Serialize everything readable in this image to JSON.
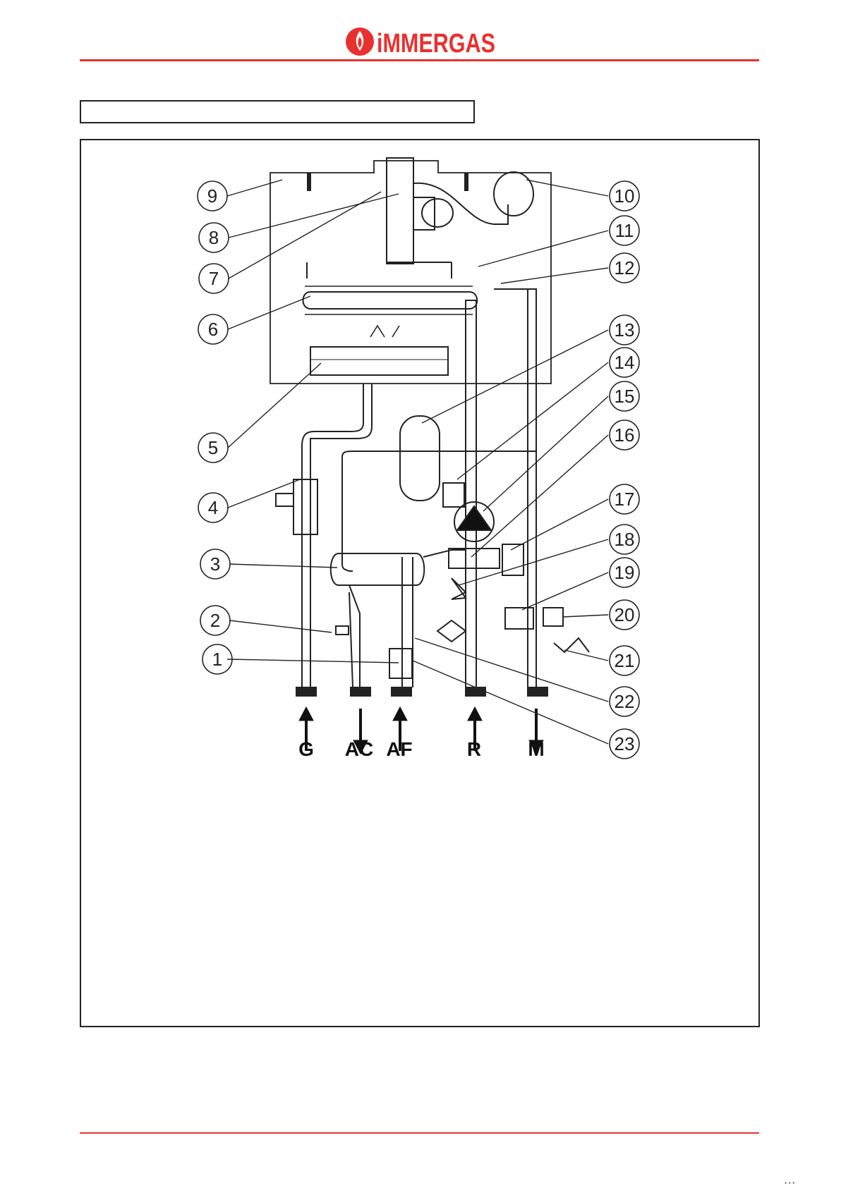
{
  "header": {
    "brand": "iMMERGAS",
    "brand_color": "#e8312f"
  },
  "components": [
    "1",
    "2",
    "3",
    "4",
    "5",
    "6",
    "7",
    "8",
    "9",
    "10",
    "11",
    "12",
    "13",
    "14",
    "15",
    "16",
    "17",
    "18",
    "19",
    "20",
    "21",
    "22",
    "23"
  ],
  "connections": [
    {
      "label": "G",
      "direction": "up"
    },
    {
      "label": "AC",
      "direction": "down"
    },
    {
      "label": "AF",
      "direction": "up"
    },
    {
      "label": "R",
      "direction": "up"
    },
    {
      "label": "M",
      "direction": "down"
    }
  ],
  "footer": {
    "mark": "• • •"
  }
}
